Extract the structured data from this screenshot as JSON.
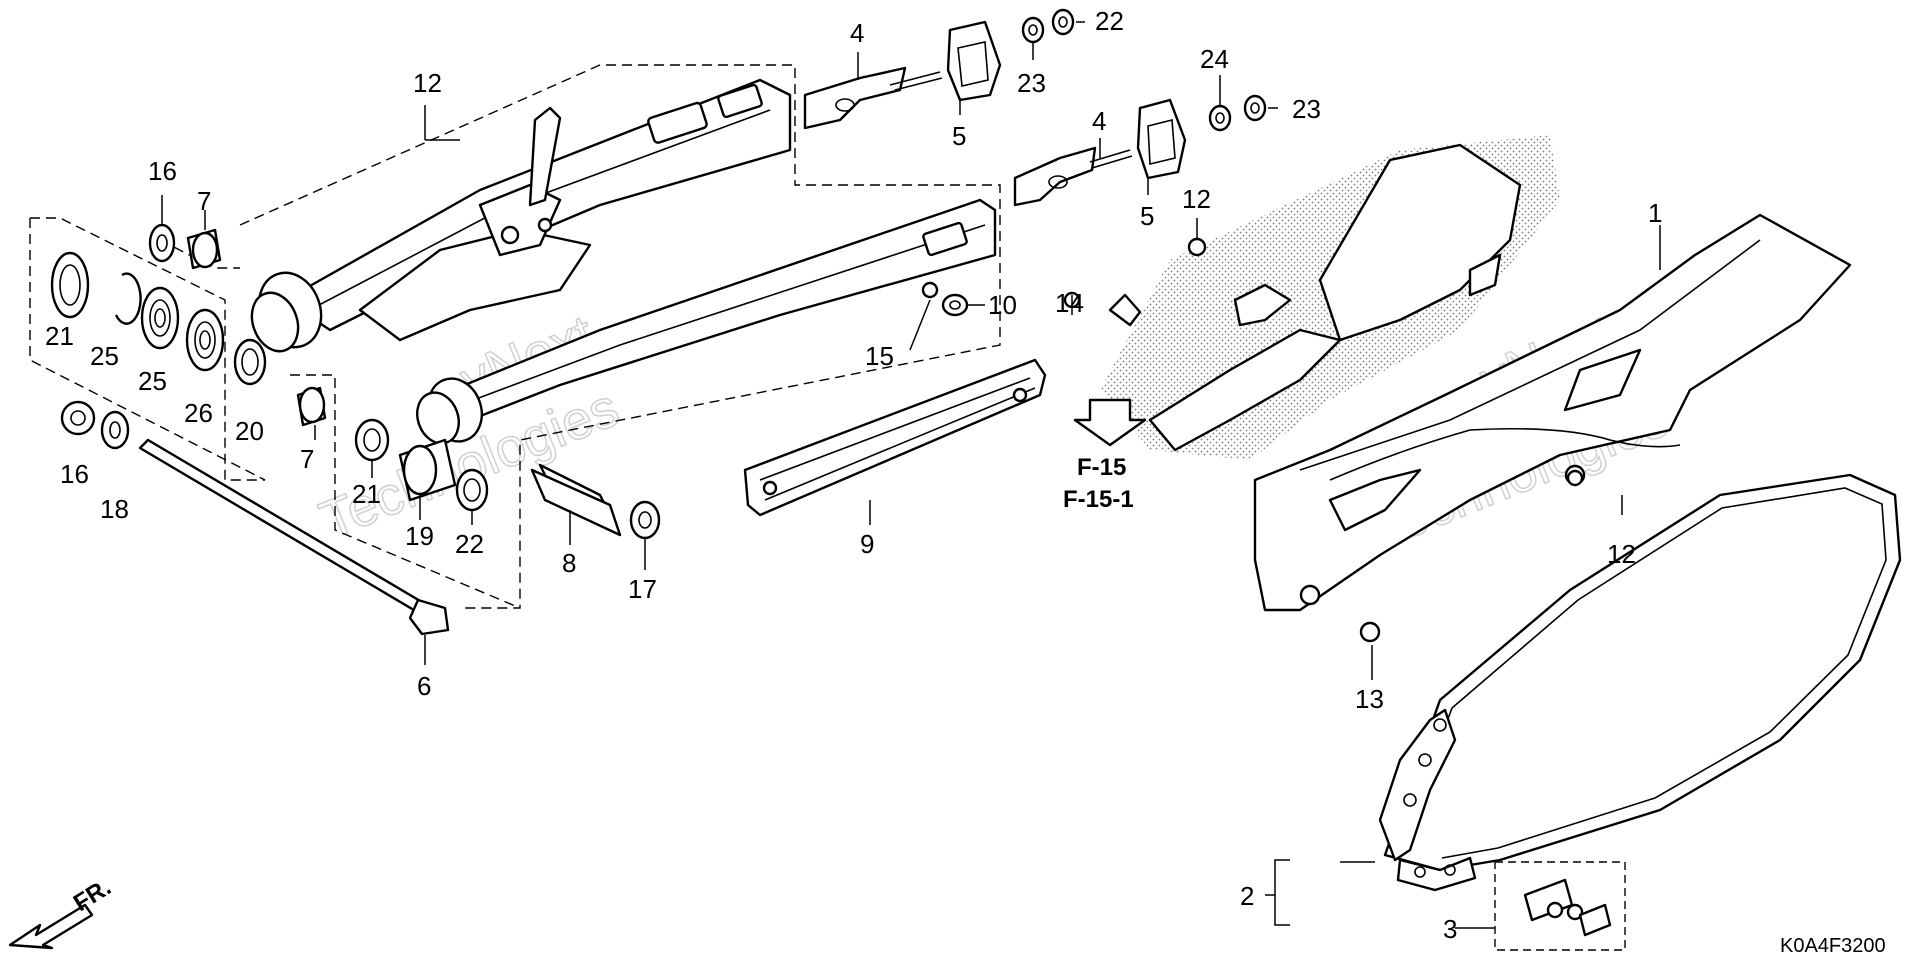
{
  "diagram": {
    "code": "K0A4F3200",
    "direction_label": "FR.",
    "refs": [
      "F-15",
      "F-15-1"
    ],
    "watermark": [
      "vNext",
      "Technologies"
    ],
    "callouts": [
      {
        "id": "c1",
        "text": "1"
      },
      {
        "id": "c2",
        "text": "2"
      },
      {
        "id": "c3",
        "text": "3"
      },
      {
        "id": "c4a",
        "text": "4"
      },
      {
        "id": "c4b",
        "text": "4"
      },
      {
        "id": "c5a",
        "text": "5"
      },
      {
        "id": "c5b",
        "text": "5"
      },
      {
        "id": "c6",
        "text": "6"
      },
      {
        "id": "c7a",
        "text": "7"
      },
      {
        "id": "c7b",
        "text": "7"
      },
      {
        "id": "c8",
        "text": "8"
      },
      {
        "id": "c9",
        "text": "9"
      },
      {
        "id": "c10",
        "text": "10"
      },
      {
        "id": "c11",
        "text": "11"
      },
      {
        "id": "c12a",
        "text": "12"
      },
      {
        "id": "c12b",
        "text": "12"
      },
      {
        "id": "c12c",
        "text": "12"
      },
      {
        "id": "c13",
        "text": "13"
      },
      {
        "id": "c14",
        "text": "14"
      },
      {
        "id": "c15",
        "text": "15"
      },
      {
        "id": "c16a",
        "text": "16"
      },
      {
        "id": "c16b",
        "text": "16"
      },
      {
        "id": "c17",
        "text": "17"
      },
      {
        "id": "c18",
        "text": "18"
      },
      {
        "id": "c19",
        "text": "19"
      },
      {
        "id": "c20",
        "text": "20"
      },
      {
        "id": "c21a",
        "text": "21"
      },
      {
        "id": "c21b",
        "text": "21"
      },
      {
        "id": "c22a",
        "text": "22"
      },
      {
        "id": "c22b",
        "text": "22"
      },
      {
        "id": "c23a",
        "text": "23"
      },
      {
        "id": "c23b",
        "text": "23"
      },
      {
        "id": "c24",
        "text": "24"
      },
      {
        "id": "c25a",
        "text": "25"
      },
      {
        "id": "c25b",
        "text": "25"
      },
      {
        "id": "c26",
        "text": "26"
      }
    ]
  }
}
